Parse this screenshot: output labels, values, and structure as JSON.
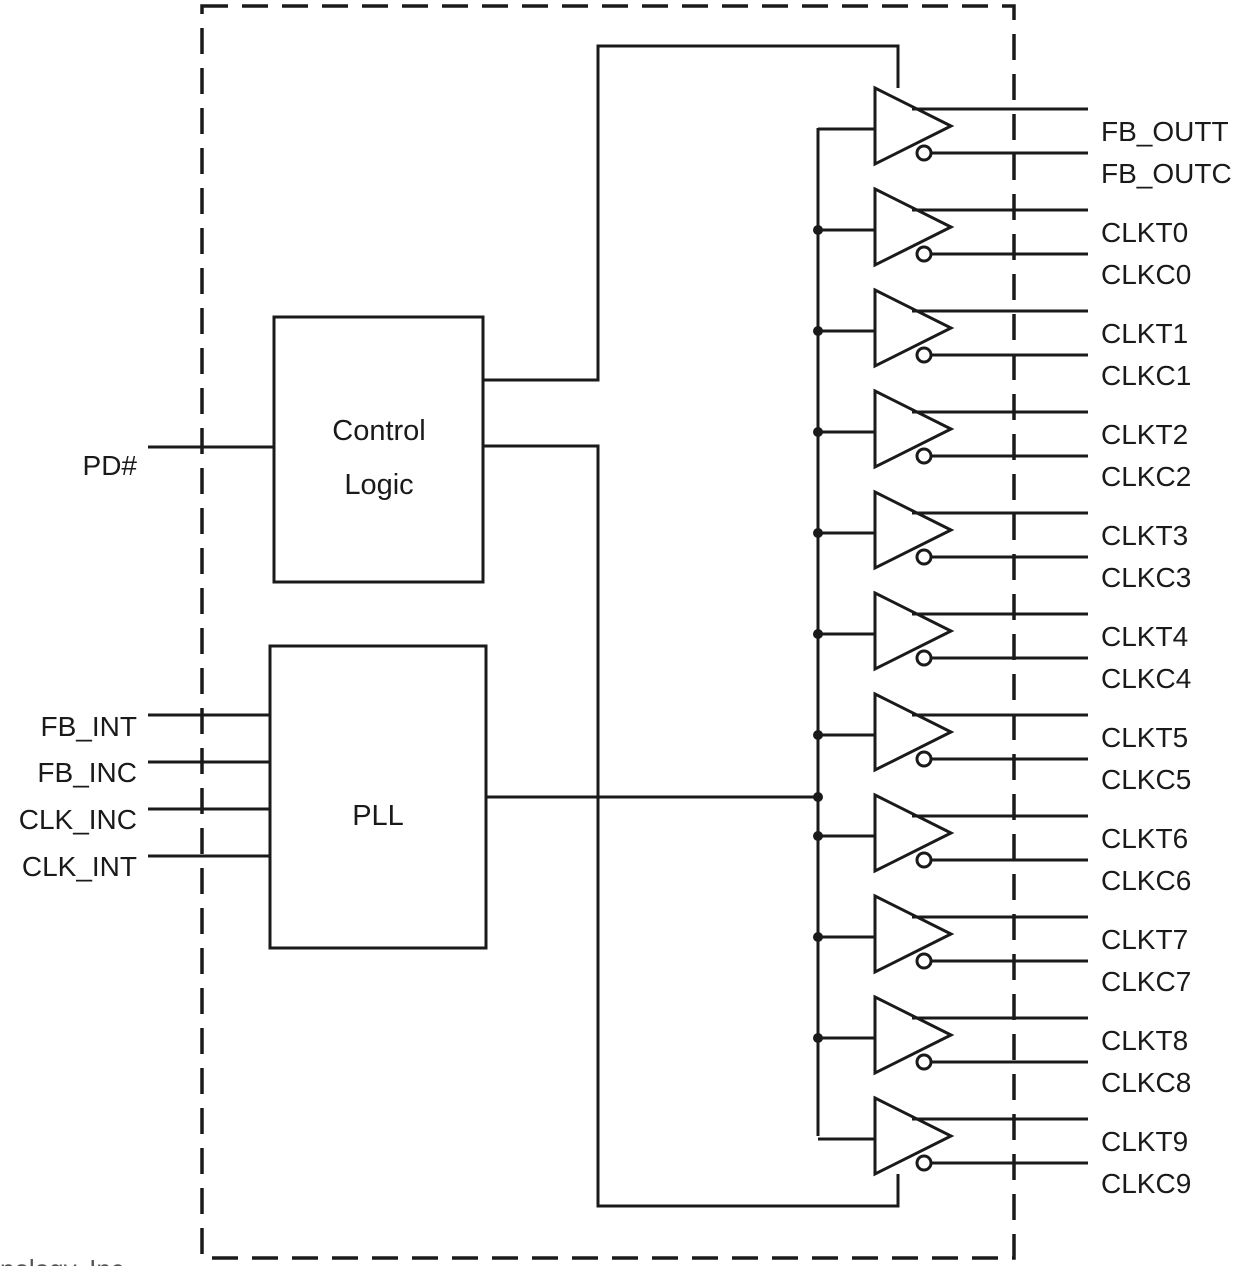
{
  "inputs": {
    "pd": "PD#",
    "fb_int": "FB_INT",
    "fb_inc": "FB_INC",
    "clk_inc": "CLK_INC",
    "clk_int": "CLK_INT"
  },
  "blocks": {
    "control_line1": "Control",
    "control_line2": "Logic",
    "pll": "PLL"
  },
  "outputs": [
    {
      "t": "FB_OUTT",
      "c": "FB_OUTC"
    },
    {
      "t": "CLKT0",
      "c": "CLKC0"
    },
    {
      "t": "CLKT1",
      "c": "CLKC1"
    },
    {
      "t": "CLKT2",
      "c": "CLKC2"
    },
    {
      "t": "CLKT3",
      "c": "CLKC3"
    },
    {
      "t": "CLKT4",
      "c": "CLKC4"
    },
    {
      "t": "CLKT5",
      "c": "CLKC5"
    },
    {
      "t": "CLKT6",
      "c": "CLKC6"
    },
    {
      "t": "CLKT7",
      "c": "CLKC7"
    },
    {
      "t": "CLKT8",
      "c": "CLKC8"
    },
    {
      "t": "CLKT9",
      "c": "CLKC9"
    }
  ],
  "watermark": "nology, Inc."
}
